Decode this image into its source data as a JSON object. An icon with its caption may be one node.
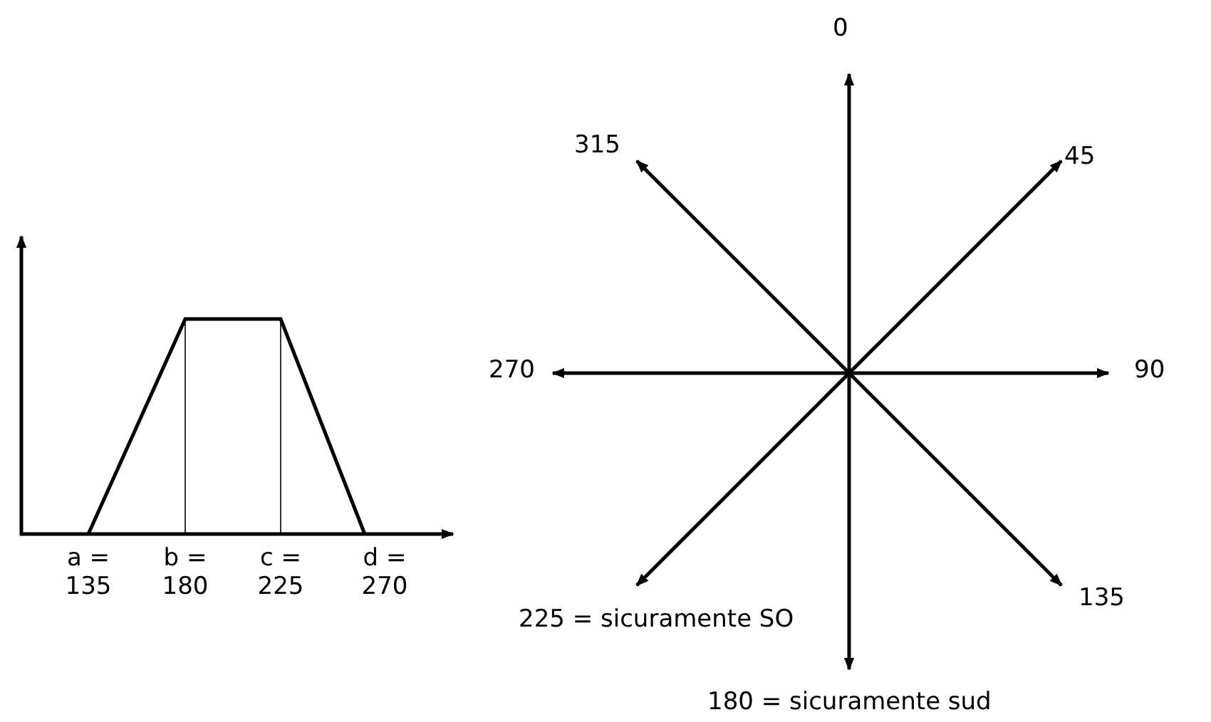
{
  "diagram": {
    "nodes": [
      {
        "text": [
          "0"
        ]
      },
      {
        "text": [
          "45"
        ]
      },
      {
        "text": [
          "90"
        ]
      },
      {
        "text": [
          "135"
        ]
      },
      {
        "text": [
          "180 = sicuramente sud"
        ]
      },
      {
        "text": [
          "225 = sicuramente SO"
        ]
      },
      {
        "text": [
          "270"
        ]
      },
      {
        "text": [
          "315"
        ]
      }
    ],
    "edges": [
      {
        "from": 0,
        "to": 4,
        "arrow": "both"
      },
      {
        "from": 1,
        "to": 5,
        "arrow": "both"
      },
      {
        "from": 2,
        "to": 6,
        "arrow": "both"
      },
      {
        "from": 3,
        "to": 7,
        "arrow": "both"
      }
    ],
    "labels": [
      "a = 135",
      "b = 180",
      "c = 225",
      "d = 270"
    ]
  }
}
